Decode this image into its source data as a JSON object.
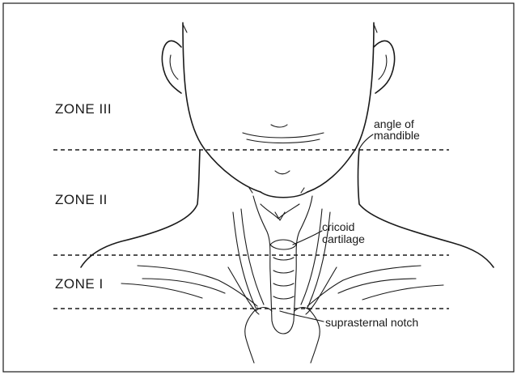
{
  "diagram": {
    "zones": [
      {
        "label": "ZONE III"
      },
      {
        "label": "ZONE II"
      },
      {
        "label": "ZONE I"
      }
    ],
    "annotations": {
      "angle_line1": "angle of",
      "angle_line2": "mandible",
      "cricoid_line1": "cricoid",
      "cricoid_line2": "cartilage",
      "notch": "suprasternal notch"
    }
  }
}
